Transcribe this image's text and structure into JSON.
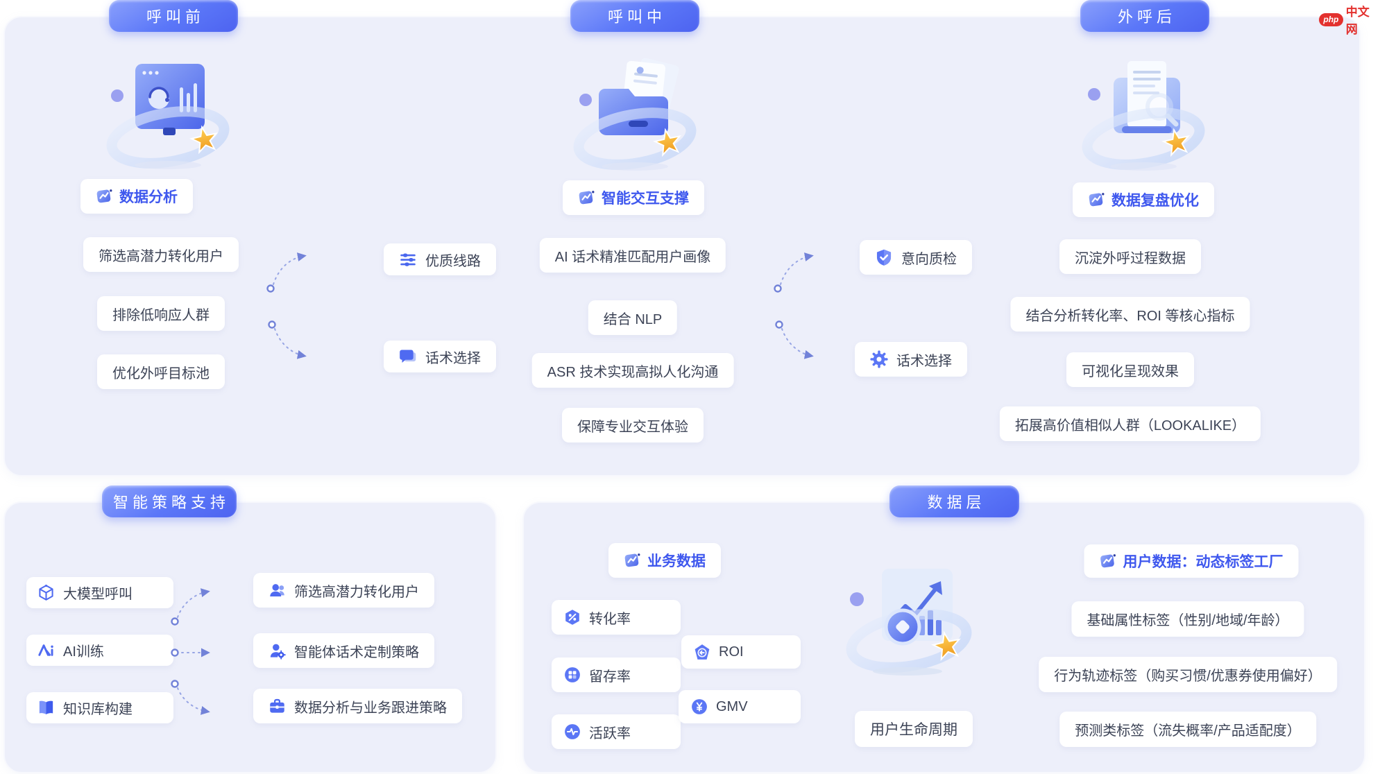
{
  "brand": {
    "logo_red": "php",
    "logo_text": "中文网"
  },
  "colors": {
    "accent_blue": "#4f6af1",
    "badge_gradient_start": "#8aa0fc",
    "badge_gradient_end": "#4d63f0",
    "panel_bg": "#edeffa",
    "pill_bg": "#ffffff",
    "star_orange": "#f5a623",
    "arrow_blue": "#7282d8",
    "logo_red": "#e3312e"
  },
  "top_panel": {
    "columns": [
      {
        "badge": "呼叫前",
        "label": "数据分析",
        "items": [
          "筛选高潜力转化用户",
          "排除低响应人群",
          "优化外呼目标池"
        ],
        "outputs": [
          {
            "icon": "sliders-icon",
            "label": "优质线路"
          },
          {
            "icon": "chat-icon",
            "label": "话术选择"
          }
        ]
      },
      {
        "badge": "呼叫中",
        "label": "智能交互支撑",
        "items": [
          "AI 话术精准匹配用户画像",
          "结合 NLP",
          "ASR 技术实现高拟人化沟通",
          "保障专业交互体验"
        ],
        "outputs": [
          {
            "icon": "shield-check-icon",
            "label": "意向质检"
          },
          {
            "icon": "gear-icon",
            "label": "话术选择"
          }
        ]
      },
      {
        "badge": "外呼后",
        "label": "数据复盘优化",
        "items": [
          "沉淀外呼过程数据",
          "结合分析转化率、ROI 等核心指标",
          "可视化呈现效果",
          "拓展高价值相似人群（LOOKALIKE）"
        ]
      }
    ]
  },
  "strategy_panel": {
    "badge": "智能策略支持",
    "inputs": [
      {
        "icon": "cube-icon",
        "label": "大模型呼叫"
      },
      {
        "icon": "ai-icon",
        "label": "AI训练"
      },
      {
        "icon": "book-icon",
        "label": "知识库构建"
      }
    ],
    "outputs": [
      {
        "icon": "users-icon",
        "label": "筛选高潜力转化用户"
      },
      {
        "icon": "agent-gear-icon",
        "label": "智能体话术定制策略"
      },
      {
        "icon": "briefcase-icon",
        "label": "数据分析与业务跟进策略"
      }
    ]
  },
  "data_panel": {
    "badge": "数据层",
    "business_label": "业务数据",
    "metrics_left": [
      {
        "icon": "percent-hex-icon",
        "label": "转化率"
      },
      {
        "icon": "grid-circle-icon",
        "label": "留存率"
      },
      {
        "icon": "pulse-circle-icon",
        "label": "活跃率"
      }
    ],
    "metrics_mid": [
      {
        "icon": "roi-coin-icon",
        "label": "ROI"
      },
      {
        "icon": "yen-circle-icon",
        "label": "GMV"
      }
    ],
    "lifecycle_label": "用户生命周期",
    "user_data_label": "用户数据：动态标签工厂",
    "tags": [
      "基础属性标签（性别/地域/年龄）",
      "行为轨迹标签（购买习惯/优惠券使用偏好）",
      "预测类标签（流失概率/产品适配度）"
    ]
  }
}
